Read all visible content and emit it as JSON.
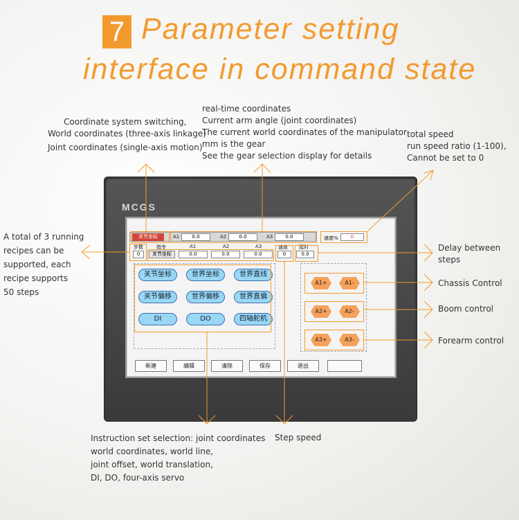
{
  "header": {
    "number": "7",
    "title_line1": "Parameter setting",
    "title_line2": "interface in command state"
  },
  "annotations": {
    "coord_switch": [
      "Coordinate system switching,",
      "World coordinates (three-axis linkage)",
      "Joint coordinates (single-axis motion)"
    ],
    "realtime": [
      "real-time coordinates",
      "Current arm angle (joint coordinates)",
      "The current world coordinates of the manipulator,",
      "mm is the gear",
      "See the gear selection display for details"
    ],
    "total_speed": [
      "total speed",
      "run speed ratio (1-100),",
      "Cannot be set to 0"
    ],
    "recipes": [
      "A total of 3 running",
      "recipes can be",
      "supported, each",
      "recipe supports",
      "50 steps"
    ],
    "delay": [
      "Delay between",
      "steps"
    ],
    "chassis": "Chassis Control",
    "boom": "Boom control",
    "forearm": "Forearm control",
    "instruction": [
      "Instruction set selection: joint coordinates",
      "world coordinates, world line,",
      "joint offset, world translation,",
      "DI, DO, four-axis servo"
    ],
    "step_speed": "Step speed"
  },
  "device": {
    "brand": "MCGS"
  },
  "screen": {
    "mode_tag": "关节坐标",
    "axes": [
      {
        "label": "A1",
        "value": "0.0"
      },
      {
        "label": "A2",
        "value": "0.0"
      },
      {
        "label": "A3",
        "value": "0.0"
      }
    ],
    "speed_label": "速度%",
    "speed_value": "0",
    "row2": {
      "step_label": "步数",
      "step_value": "0",
      "cmd_label": "指令",
      "cmd_value": "关节坐标",
      "a1_label": "A1",
      "a1_value": "0.0",
      "a2_label": "A2",
      "a2_value": "0.0",
      "a3_label": "A3",
      "a3_value": "0.0",
      "sp_label": "速度",
      "sp_value": "0",
      "delay_label": "延时",
      "delay_value": "0.0"
    },
    "cmd_buttons": [
      "关节坐标",
      "世界坐标",
      "世界直线",
      "关节偏移",
      "世界偏移",
      "世界直偏",
      "DI",
      "DO",
      "四轴舵机"
    ],
    "jog": [
      {
        "minus_label": "A1-",
        "plus_label": "A1+"
      },
      {
        "minus_label": "A2-",
        "plus_label": "A2+"
      },
      {
        "minus_label": "A3-",
        "plus_label": "A3+"
      }
    ],
    "bottom": [
      "新建",
      "编辑",
      "清除",
      "保存",
      "退出",
      ""
    ]
  },
  "colors": {
    "accent": "#f29a2e",
    "button": "#9ad7f5",
    "jog": "#f7a05a",
    "tag": "#d0463a"
  }
}
